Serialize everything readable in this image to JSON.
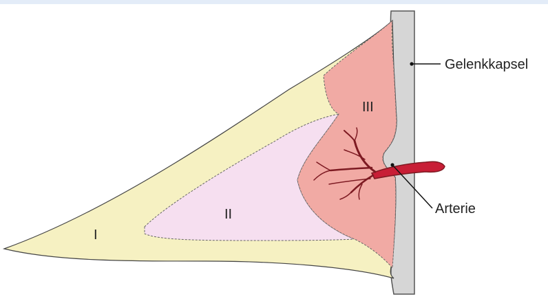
{
  "labels": {
    "zone_1": "I",
    "zone_2": "II",
    "zone_3": "III",
    "capsule": "Gelenkkapsel",
    "artery": "Arterie"
  },
  "colors": {
    "zone_1_fill": "#f6f1c2",
    "zone_2_fill": "#f6dff0",
    "zone_3_fill": "#f1aaa4",
    "capsule_fill": "#d8d8d8",
    "artery_fill": "#c81e36",
    "vessel_stroke": "#7d1a22",
    "outline": "#333333"
  }
}
